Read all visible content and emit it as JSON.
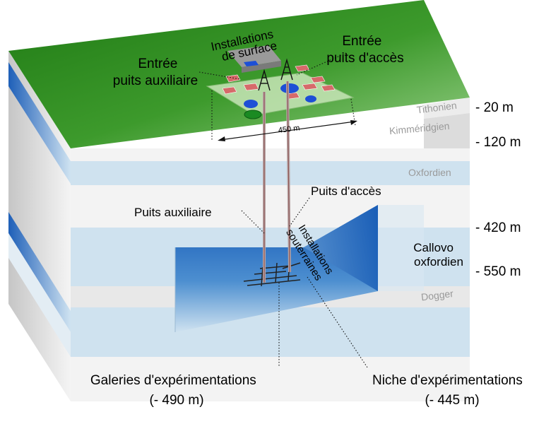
{
  "surface": {
    "installations": [
      "Installations",
      "de surface"
    ],
    "entree_auxiliaire": [
      "Entrée",
      "puits auxiliaire"
    ],
    "entree_acces": [
      "Entrée",
      "puits d'accès"
    ],
    "distance": "450 m"
  },
  "strata": {
    "tithonien": "Tithonien",
    "kimmeridgien": "Kimméridgien",
    "oxfordien": "Oxfordien",
    "callovo": [
      "Callovo",
      "oxfordien"
    ],
    "dogger": "Dogger"
  },
  "depths": [
    "- 20 m",
    "- 120 m",
    "- 420 m",
    "- 550 m"
  ],
  "underground": {
    "puits_auxiliaire": "Puits auxiliaire",
    "puits_acces": "Puits d'accès",
    "installations": [
      "Installations",
      "souterraines"
    ]
  },
  "bottom": {
    "galeries": [
      "Galeries d'expérimentations",
      "(- 490 m)"
    ],
    "niche": [
      "Niche d'expérimentations",
      "(- 445 m)"
    ]
  },
  "colors": {
    "surface_green": "#2e8b1e",
    "clay_blue": "#1565c0",
    "limestone": "#f2f2f2"
  }
}
